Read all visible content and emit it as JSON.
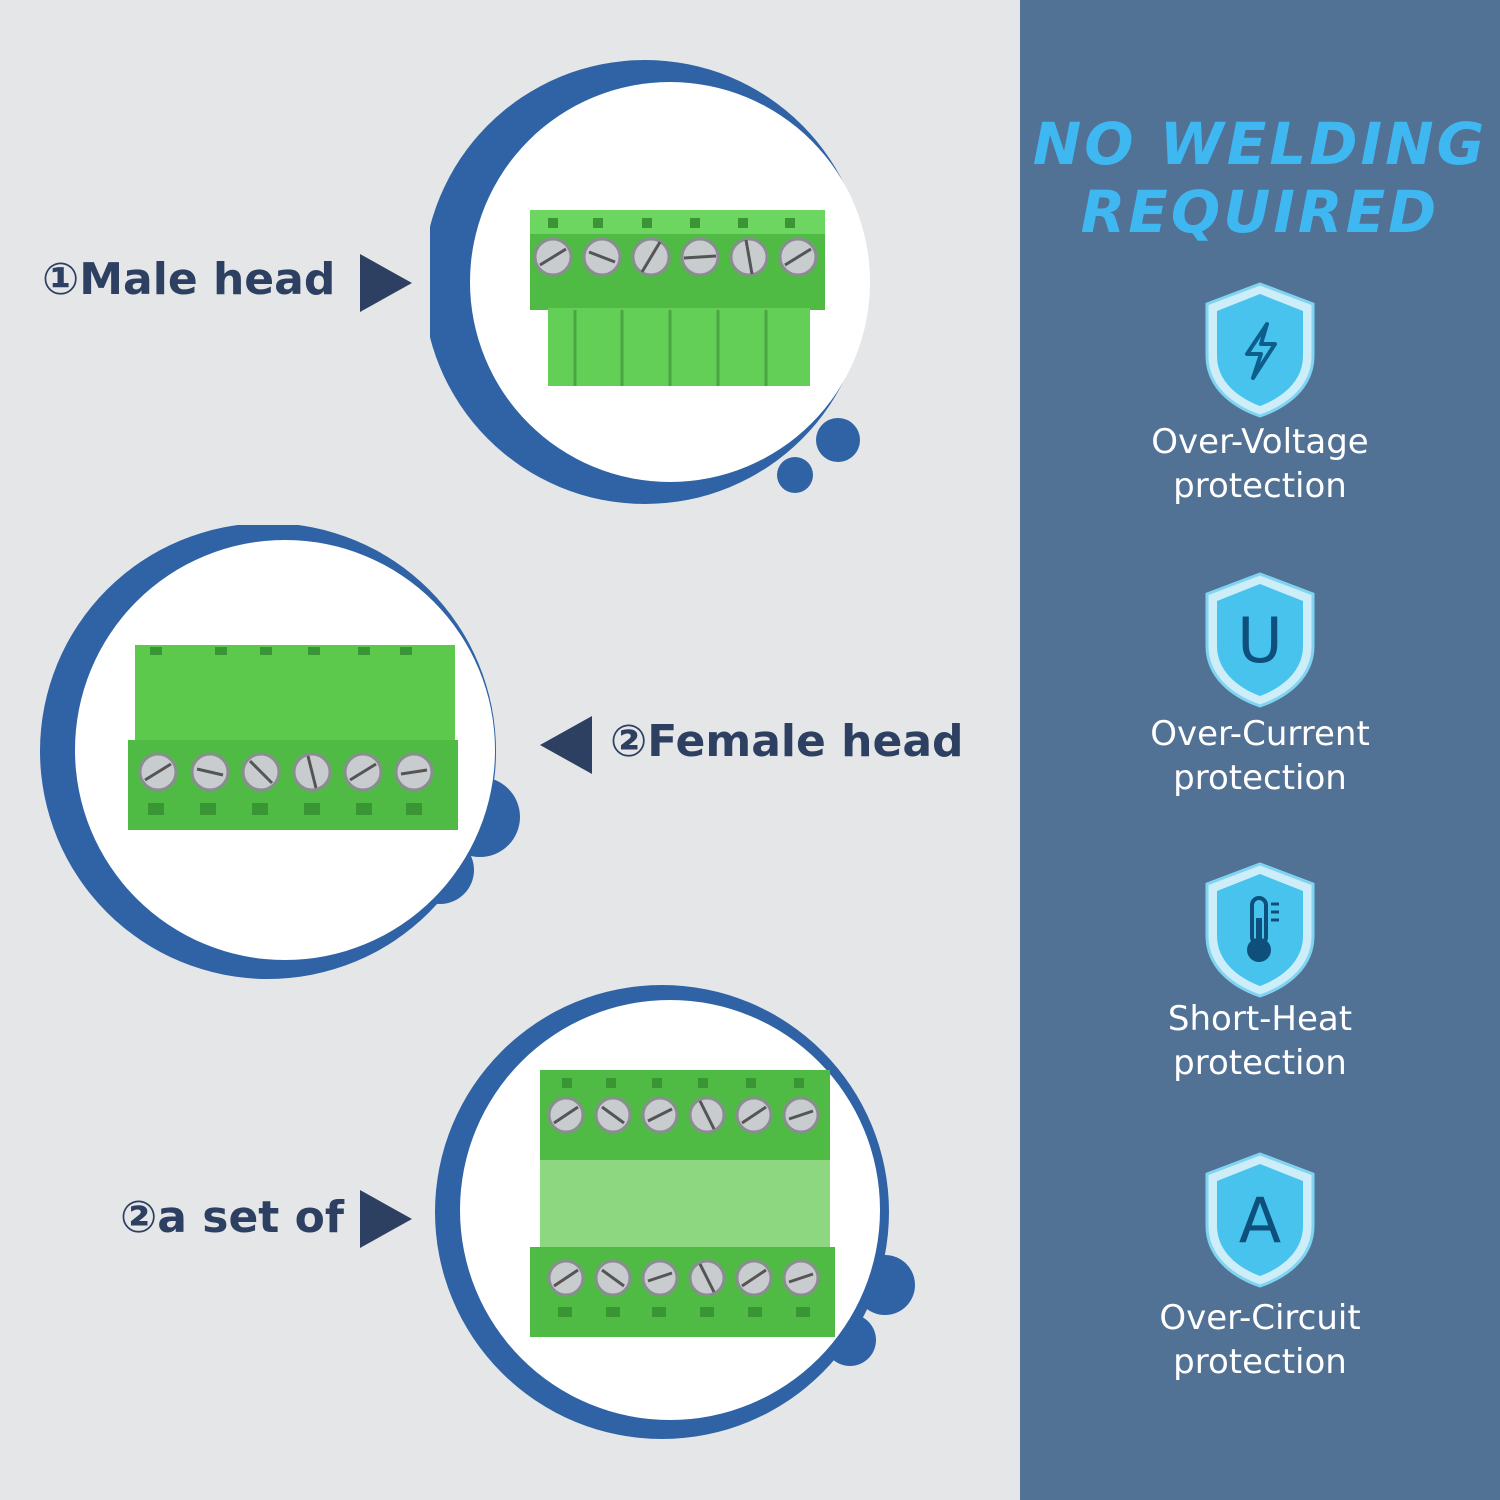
{
  "panel": {
    "headline_line1": "NO WELDING",
    "headline_line2": "REQUIRED"
  },
  "features": [
    {
      "icon": "lightning-bolt-icon",
      "title": "Over-Voltage",
      "subtitle": "protection"
    },
    {
      "icon": "letter-u-icon",
      "glyph": "U",
      "title": "Over-Current",
      "subtitle": "protection"
    },
    {
      "icon": "thermometer-icon",
      "title": "Short-Heat",
      "subtitle": "protection"
    },
    {
      "icon": "letter-a-icon",
      "glyph": "A",
      "title": "Over-Circuit",
      "subtitle": "protection"
    }
  ],
  "callouts": {
    "male": "①Male head",
    "female": "②Female head",
    "set": "②a set of"
  },
  "colors": {
    "background": "#e5e6e8",
    "panel": "#517195",
    "headline": "#3fb8f2",
    "ring": "#2f63a6",
    "connector_green": "#5cc94c",
    "callout_text": "#2e4061"
  }
}
